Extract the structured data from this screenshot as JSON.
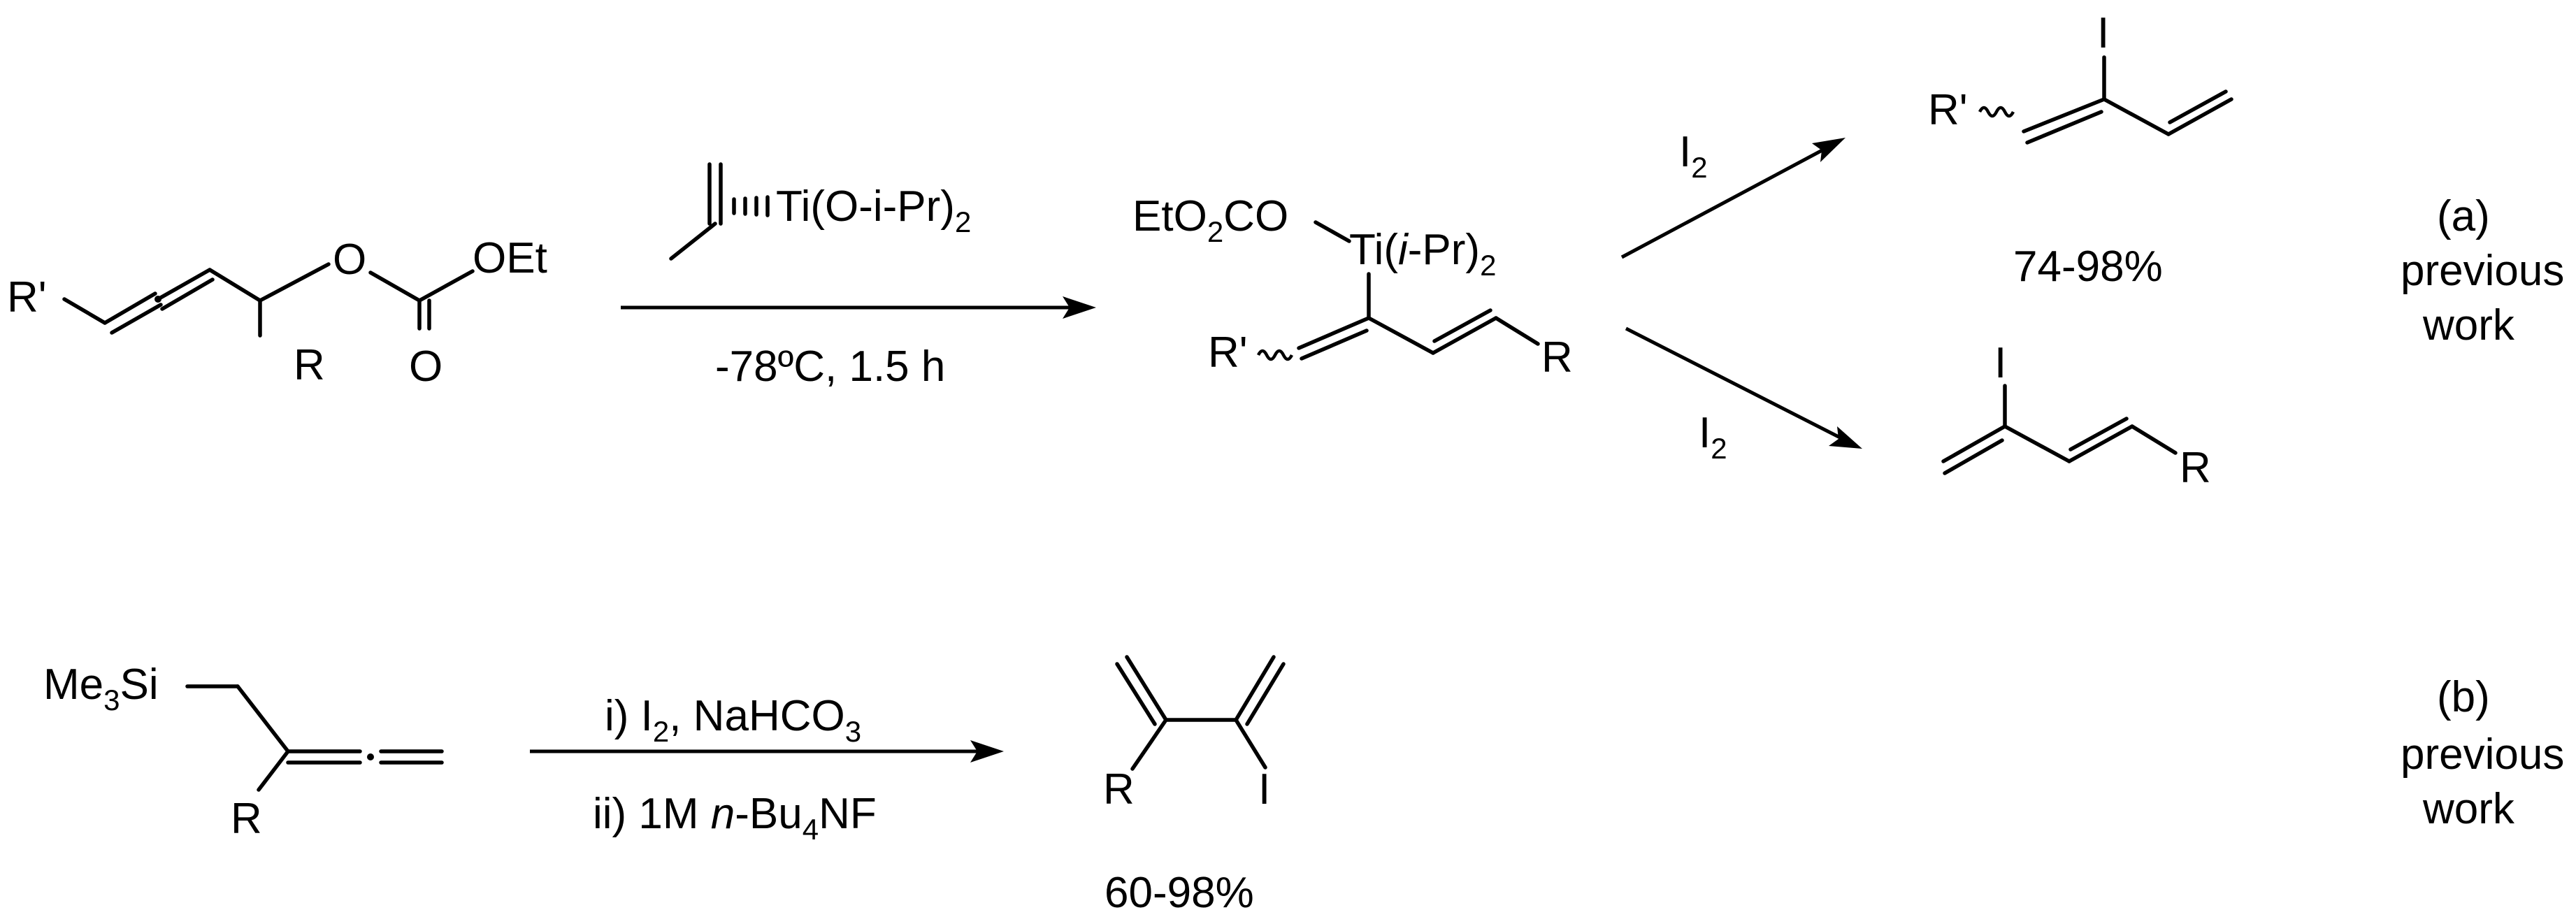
{
  "reaction_a": {
    "reagent": "Ti(O-i-Pr)",
    "reagent_sub": "2",
    "conditions": "-78ºC, 1.5 h",
    "iodine_top": "I",
    "iodine_top_sub": "2",
    "iodine_bottom": "I",
    "iodine_bottom_sub": "2",
    "yield": "74-98%",
    "tag": "(a)",
    "note_line1": "previous",
    "note_line2": "work"
  },
  "reaction_b": {
    "cond1_prefix": "i) I",
    "cond1_sub": "2",
    "cond1_suffix": ", NaHCO",
    "cond1_sub2": "3",
    "cond2_prefix": "ii) 1M ",
    "cond2_italic": "n",
    "cond2_mid": "-Bu",
    "cond2_sub": "4",
    "cond2_suffix": "NF",
    "yield": "60-98%",
    "tag": "(b)",
    "note_line1": "previous",
    "note_line2": "work"
  },
  "labels": {
    "r_prime": "R'",
    "r": "R",
    "o": "O",
    "oet": "OEt",
    "iodo": "I",
    "eto2co": "EtO",
    "eto2co_sub": "2",
    "eto2co_tail": "CO",
    "ti_ipr": "Ti(",
    "ti_ipr_italic": "i",
    "ti_ipr_tail": "-Pr)",
    "ti_ipr_sub": "2",
    "me3si": "Me",
    "me3si_sub": "3",
    "me3si_tail": "Si"
  }
}
